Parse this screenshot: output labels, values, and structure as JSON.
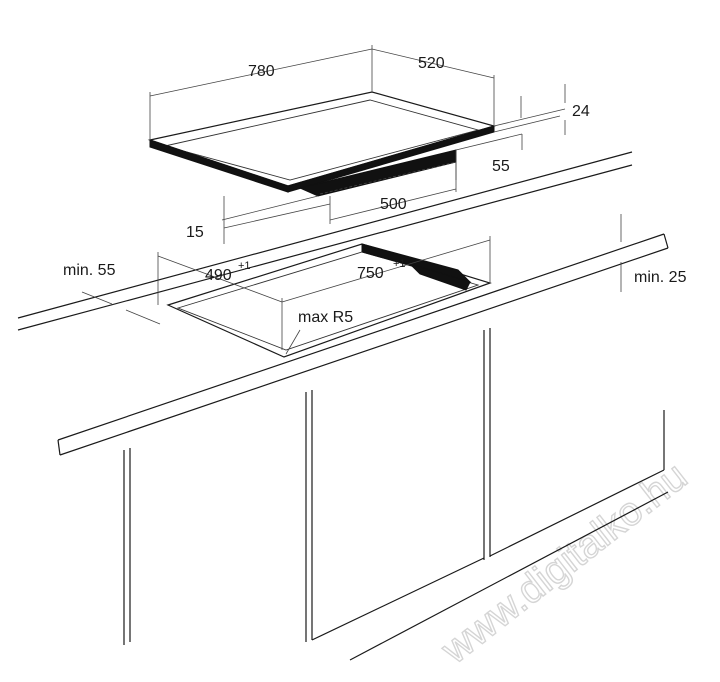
{
  "dimensions": {
    "width_top": "780",
    "depth_top": "520",
    "thickness": "24",
    "side_offset": "55",
    "bottom_width": "500",
    "bottom_gap": "15",
    "cutout_depth": "490",
    "cutout_depth_tol": "+1",
    "cutout_width": "750",
    "cutout_width_tol": "+1",
    "min_front": "min. 55",
    "min_back": "min. 25",
    "corner_radius": "max R5"
  },
  "watermark": "www.digitalko.hu"
}
